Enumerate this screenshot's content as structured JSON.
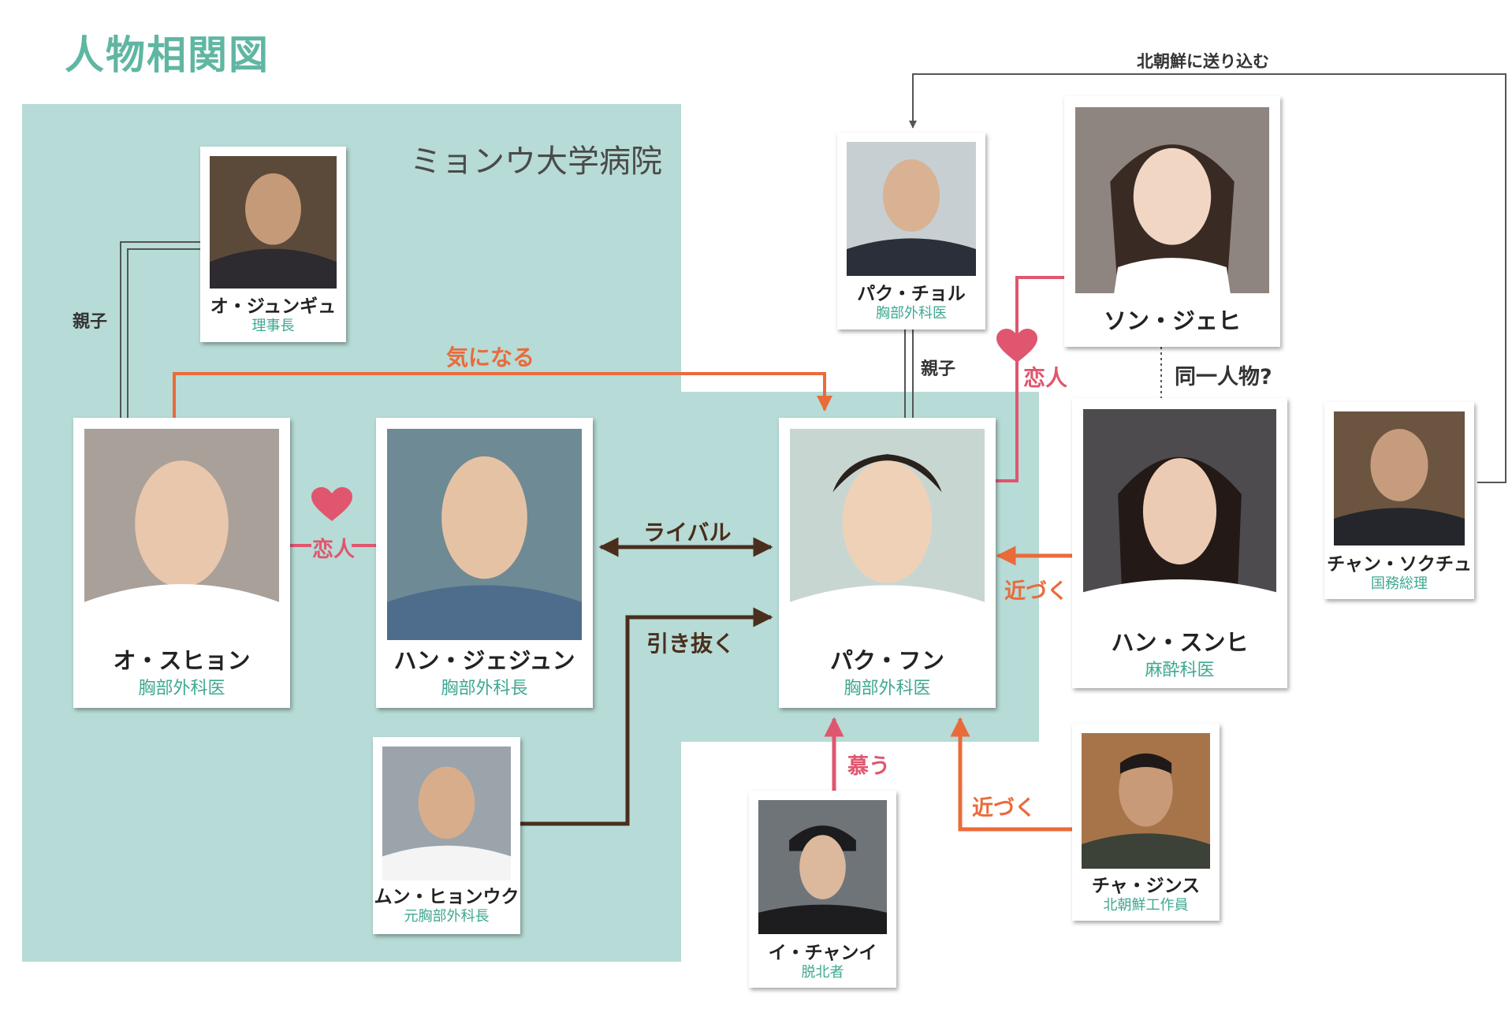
{
  "page_title": "人物相関図",
  "group_label": "ミョンウ大学病院",
  "colors": {
    "teal_bg": "#b7dbd6",
    "title": "#5fb6a3",
    "role": "#3fa892",
    "orange": "#ea6b3a",
    "pink": "#e0566f",
    "brown": "#4a2e1d"
  },
  "characters": {
    "o_junggyu": {
      "name": "オ・ジュンギュ",
      "role": "理事長"
    },
    "o_suhyon": {
      "name": "オ・スヒョン",
      "role": "胸部外科医"
    },
    "han_jejun": {
      "name": "ハン・ジェジュン",
      "role": "胸部外科長"
    },
    "mun_hyonuk": {
      "name": "ムン・ヒョンウク",
      "role": "元胸部外科長"
    },
    "park_chol": {
      "name": "パク・チョル",
      "role": "胸部外科医"
    },
    "park_hun": {
      "name": "パク・フン",
      "role": "胸部外科医"
    },
    "song_jehi": {
      "name": "ソン・ジェヒ",
      "role": ""
    },
    "han_sunhi": {
      "name": "ハン・スンヒ",
      "role": "麻酔科医"
    },
    "chang_sokchu": {
      "name": "チャン・ソクチュ",
      "role": "国務総理"
    },
    "cha_jinsu": {
      "name": "チャ・ジンス",
      "role": "北朝鮮工作員"
    },
    "i_channi": {
      "name": "イ・チャンイ",
      "role": "脱北者"
    }
  },
  "relations": {
    "oyako_left": "親子",
    "kininaru": "気になる",
    "koibito_left": "恋人",
    "rival": "ライバル",
    "hikinuku": "引き抜く",
    "oyako_right": "親子",
    "koibito_right": "恋人",
    "douitsu": "同一人物?",
    "kitachosen": "北朝鮮に送り込む",
    "chikazuku_1": "近づく",
    "chikazuku_2": "近づく",
    "shitau": "慕う"
  }
}
